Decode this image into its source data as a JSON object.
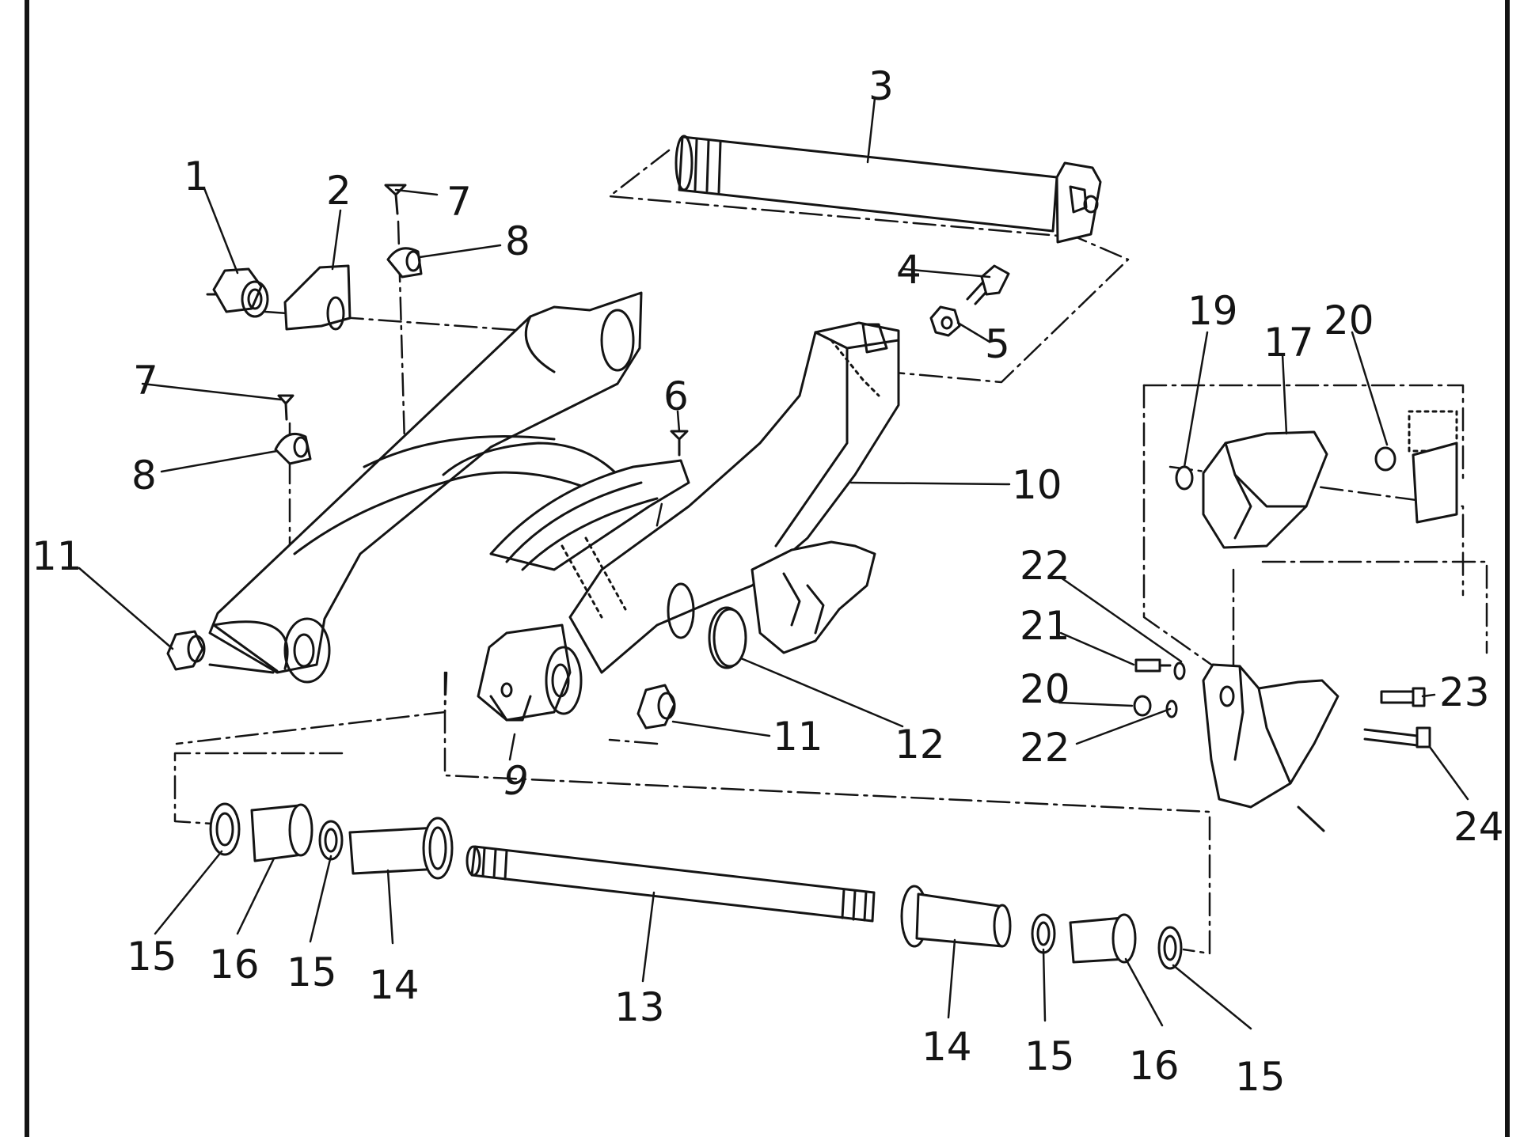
{
  "diagram": {
    "type": "exploded-parts-view",
    "ink_color": "#141414",
    "background_color": "#ffffff",
    "callouts": [
      {
        "id": "c-3a",
        "text": "3"
      },
      {
        "id": "c-1",
        "text": "1"
      },
      {
        "id": "c-2",
        "text": "2"
      },
      {
        "id": "c-7a",
        "text": "7"
      },
      {
        "id": "c-8a",
        "text": "8"
      },
      {
        "id": "c-4",
        "text": "4"
      },
      {
        "id": "c-5",
        "text": "5"
      },
      {
        "id": "c-19",
        "text": "19"
      },
      {
        "id": "c-17",
        "text": "17"
      },
      {
        "id": "c-20a",
        "text": "20"
      },
      {
        "id": "c-7b",
        "text": "7"
      },
      {
        "id": "c-6",
        "text": "6"
      },
      {
        "id": "c-8b",
        "text": "8"
      },
      {
        "id": "c-10",
        "text": "10"
      },
      {
        "id": "c-11a",
        "text": "11"
      },
      {
        "id": "c-22a",
        "text": "22"
      },
      {
        "id": "c-21",
        "text": "21"
      },
      {
        "id": "c-20b",
        "text": "20"
      },
      {
        "id": "c-23",
        "text": "23"
      },
      {
        "id": "c-22b",
        "text": "22"
      },
      {
        "id": "c-11b",
        "text": "11"
      },
      {
        "id": "c-12",
        "text": "12"
      },
      {
        "id": "c-9",
        "text": "9"
      },
      {
        "id": "c-24",
        "text": "24"
      },
      {
        "id": "c-15a",
        "text": "15"
      },
      {
        "id": "c-16a",
        "text": "16"
      },
      {
        "id": "c-15b",
        "text": "15"
      },
      {
        "id": "c-14a",
        "text": "14"
      },
      {
        "id": "c-13",
        "text": "13"
      },
      {
        "id": "c-14b",
        "text": "14"
      },
      {
        "id": "c-15c",
        "text": "15"
      },
      {
        "id": "c-16b",
        "text": "16"
      },
      {
        "id": "c-15d",
        "text": "15"
      }
    ]
  }
}
